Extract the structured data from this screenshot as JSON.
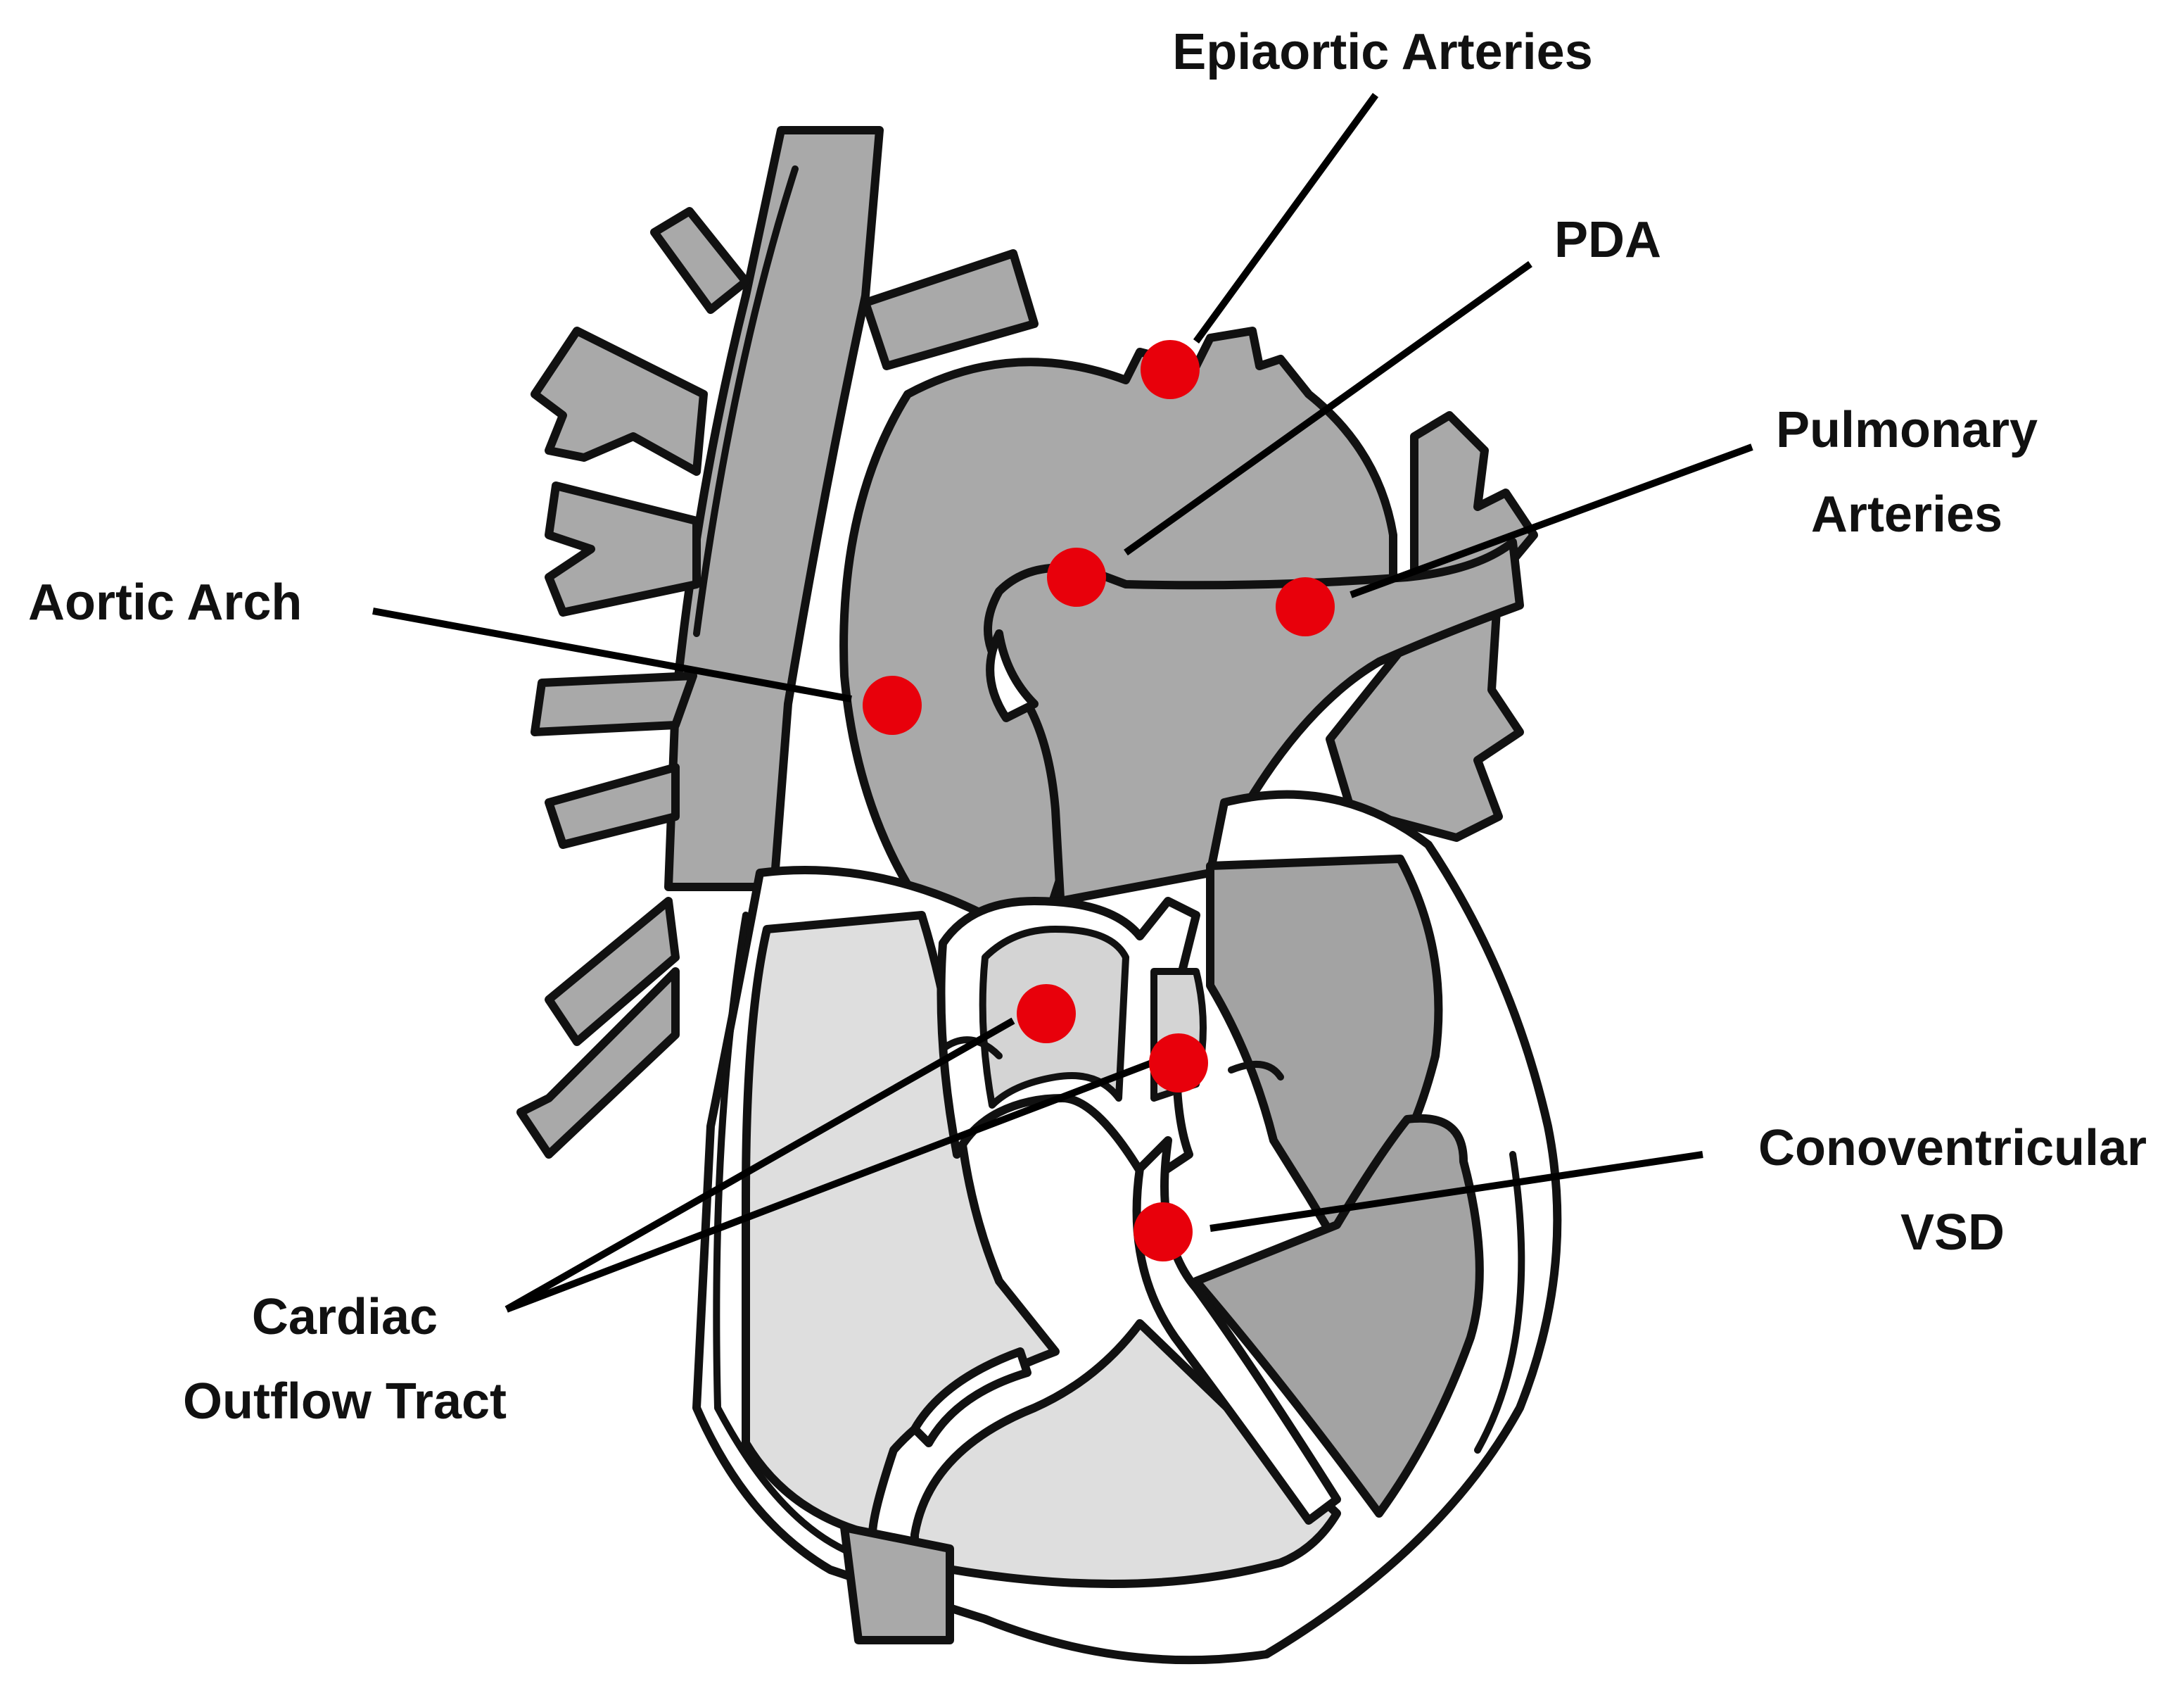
{
  "labels": {
    "epiaortic": "Epiaortic Arteries",
    "pda": "PDA",
    "pulmonary_line1": "Pulmonary",
    "pulmonary_line2": "Arteries",
    "aortic_arch": "Aortic Arch",
    "conoventricular_line1": "Conoventricular",
    "conoventricular_line2": "VSD",
    "cardiac_line1": "Cardiac",
    "cardiac_line2": "Outflow Tract"
  },
  "colors": {
    "marker": "#e8000b",
    "vessel": "#a9a9a9",
    "chamber_light": "#dedede",
    "outline": "#111111",
    "text": "#111111"
  }
}
